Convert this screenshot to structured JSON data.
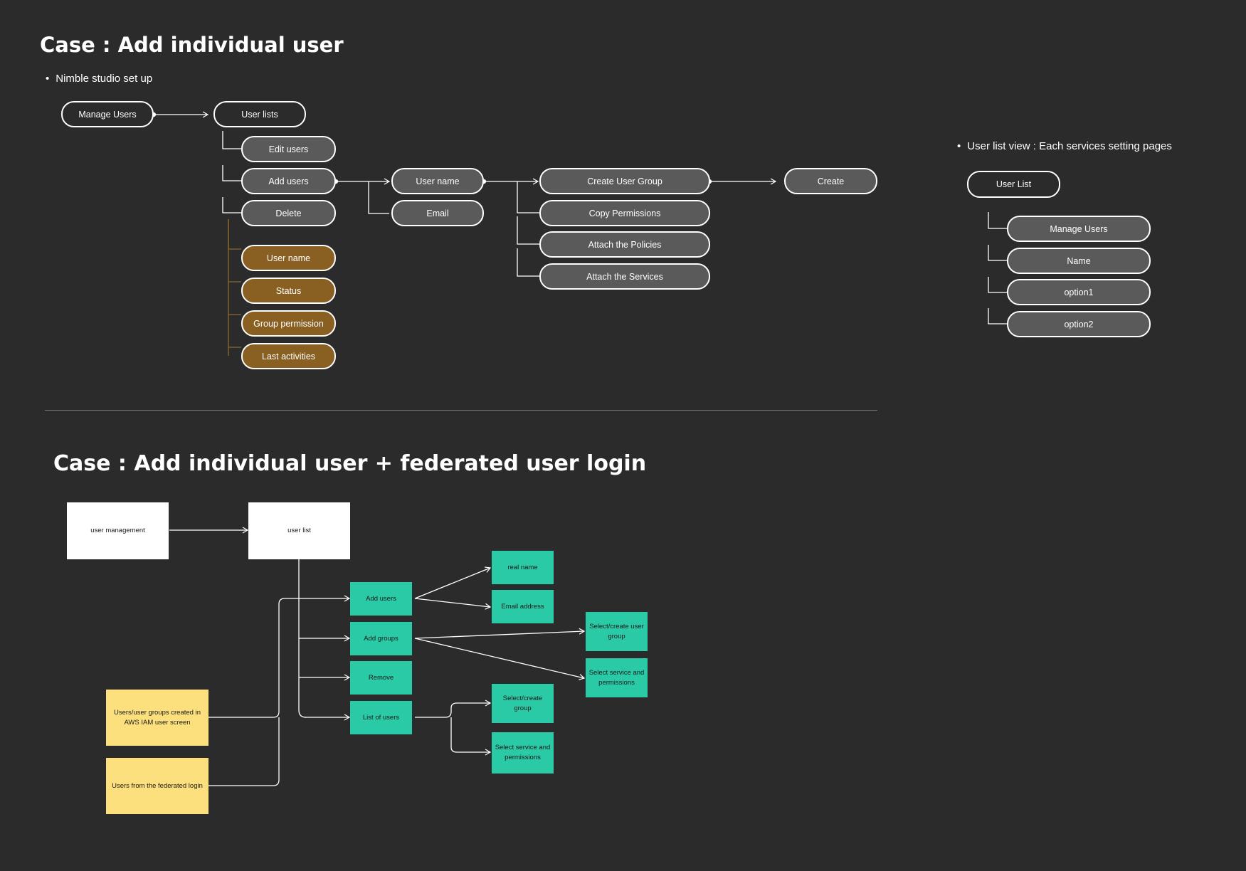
{
  "section1": {
    "title": "Case : Add individual user",
    "bullet": "Nimble studio set up",
    "nodes": {
      "manage_users": "Manage Users",
      "user_lists": "User lists",
      "edit_users": "Edit users",
      "add_users": "Add users",
      "delete": "Delete",
      "col_user_name": "User name",
      "col_status": "Status",
      "col_group_permission": "Group permission",
      "col_last_activities": "Last activities",
      "user_name": "User name",
      "email": "Email",
      "create_user_group": "Create User Group",
      "copy_permissions": "Copy Permissions",
      "attach_policies": "Attach the Policies",
      "attach_services": "Attach the Services",
      "create": "Create"
    }
  },
  "sidepanel": {
    "bullet": "User list view : Each services setting pages",
    "root": "User List",
    "items": [
      "Manage Users",
      "Name",
      "option1",
      "option2"
    ]
  },
  "section2": {
    "title": "Case : Add individual user + federated user login",
    "nodes": {
      "user_management": "user management",
      "user_list": "user list",
      "add_users": "Add users",
      "add_groups": "Add groups",
      "remove": "Remove",
      "list_of_users": "List of users",
      "real_name": "real name",
      "email_address": "Email address",
      "select_create_user_group": "Select/create user group",
      "select_service_permissions_a": "Select service and permissions",
      "select_create_group": "Select/create group",
      "select_service_permissions_b": "Select service and permissions",
      "iam_users": "Users/user groups created in AWS IAM user screen",
      "federated_users": "Users from the federated login"
    }
  },
  "colors": {
    "background": "#2b2b2b",
    "pill_gray": "#5a5a5a",
    "pill_gold": "#8a5f22",
    "teal": "#2bcaa6",
    "yellow": "#fde07e",
    "white": "#ffffff",
    "gold_line": "#8a6a30"
  }
}
